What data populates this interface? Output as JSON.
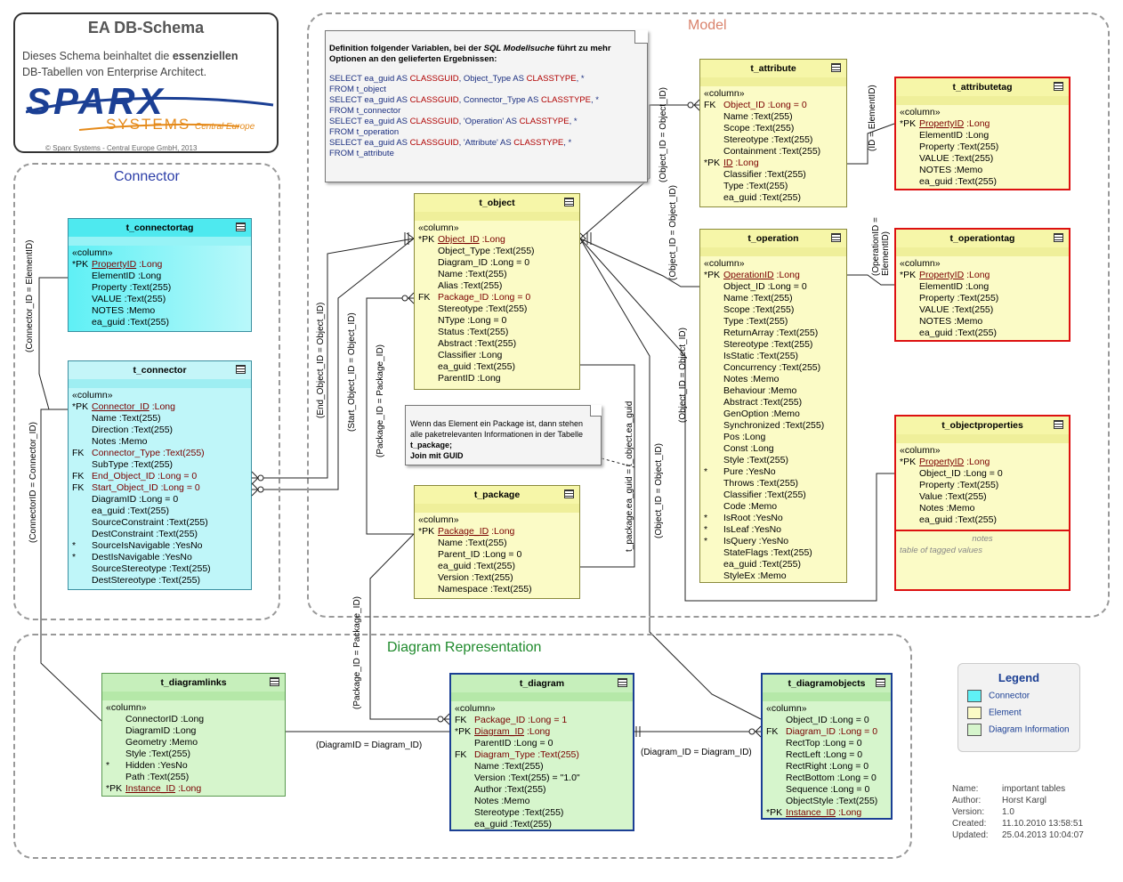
{
  "header": {
    "title": "EA DB-Schema",
    "desc_pre": "Dieses Schema beinhaltet die ",
    "desc_bold": "essenziellen",
    "desc_post": "DB-Tabellen von Enterprise Architect.",
    "logo_word": "SPARX",
    "logo_sub": "SYSTEMS",
    "logo_region": "Central Europe",
    "copyright": "© Sparx Systems - Central Europe GmbH, 2013"
  },
  "groups": {
    "model": "Model",
    "connector": "Connector",
    "diagram": "Diagram Representation"
  },
  "stereotype": "«column»",
  "tables": {
    "t_connectortag": {
      "title": "t_connectortag",
      "rows": [
        {
          "k": "*PK",
          "n": "PropertyID",
          "t": " :Long",
          "pk": true
        },
        {
          "k": "",
          "n": "ElementID",
          "t": " :Long"
        },
        {
          "k": "",
          "n": "Property",
          "t": " :Text(255)"
        },
        {
          "k": "",
          "n": "VALUE",
          "t": " :Text(255)"
        },
        {
          "k": "",
          "n": "NOTES",
          "t": " :Memo"
        },
        {
          "k": "",
          "n": "ea_guid",
          "t": " :Text(255)"
        }
      ]
    },
    "t_connector": {
      "title": "t_connector",
      "rows": [
        {
          "k": "*PK",
          "n": "Connector_ID",
          "t": " :Long",
          "pk": true
        },
        {
          "k": "",
          "n": "Name",
          "t": " :Text(255)"
        },
        {
          "k": "",
          "n": "Direction",
          "t": " :Text(255)"
        },
        {
          "k": "",
          "n": "Notes",
          "t": " :Memo"
        },
        {
          "k": "FK",
          "n": "Connector_Type",
          "t": " :Text(255)"
        },
        {
          "k": "",
          "n": "SubType",
          "t": " :Text(255)"
        },
        {
          "k": "FK",
          "n": "End_Object_ID",
          "t": " :Long = 0"
        },
        {
          "k": "FK",
          "n": "Start_Object_ID",
          "t": " :Long = 0"
        },
        {
          "k": "",
          "n": "DiagramID",
          "t": " :Long = 0"
        },
        {
          "k": "",
          "n": "ea_guid",
          "t": " :Text(255)"
        },
        {
          "k": "",
          "n": "SourceConstraint",
          "t": " :Text(255)"
        },
        {
          "k": "",
          "n": "DestConstraint",
          "t": " :Text(255)"
        },
        {
          "k": "*",
          "n": "SourceIsNavigable",
          "t": " :YesNo"
        },
        {
          "k": "*",
          "n": "DestIsNavigable",
          "t": " :YesNo"
        },
        {
          "k": "",
          "n": "SourceStereotype",
          "t": " :Text(255)"
        },
        {
          "k": "",
          "n": "DestStereotype",
          "t": " :Text(255)"
        }
      ]
    },
    "t_object": {
      "title": "t_object",
      "rows": [
        {
          "k": "*PK",
          "n": "Object_ID",
          "t": " :Long",
          "pk": true
        },
        {
          "k": "",
          "n": "Object_Type",
          "t": " :Text(255)"
        },
        {
          "k": "",
          "n": "Diagram_ID",
          "t": " :Long = 0"
        },
        {
          "k": "",
          "n": "Name",
          "t": " :Text(255)"
        },
        {
          "k": "",
          "n": "Alias",
          "t": " :Text(255)"
        },
        {
          "k": "FK",
          "n": "Package_ID",
          "t": " :Long = 0"
        },
        {
          "k": "",
          "n": "Stereotype",
          "t": " :Text(255)"
        },
        {
          "k": "",
          "n": "NType",
          "t": " :Long = 0"
        },
        {
          "k": "",
          "n": "Status",
          "t": " :Text(255)"
        },
        {
          "k": "",
          "n": "Abstract",
          "t": " :Text(255)"
        },
        {
          "k": "",
          "n": "Classifier",
          "t": " :Long"
        },
        {
          "k": "",
          "n": "ea_guid",
          "t": " :Text(255)"
        },
        {
          "k": "",
          "n": "ParentID",
          "t": " :Long"
        }
      ]
    },
    "t_package": {
      "title": "t_package",
      "rows": [
        {
          "k": "*PK",
          "n": "Package_ID",
          "t": " :Long",
          "pk": true
        },
        {
          "k": "",
          "n": "Name",
          "t": " :Text(255)"
        },
        {
          "k": "",
          "n": "Parent_ID",
          "t": " :Long = 0"
        },
        {
          "k": "",
          "n": "ea_guid",
          "t": " :Text(255)"
        },
        {
          "k": "",
          "n": "Version",
          "t": " :Text(255)"
        },
        {
          "k": "",
          "n": "Namespace",
          "t": " :Text(255)"
        }
      ]
    },
    "t_attribute": {
      "title": "t_attribute",
      "rows": [
        {
          "k": "FK",
          "n": "Object_ID",
          "t": " :Long = 0"
        },
        {
          "k": "",
          "n": "Name",
          "t": " :Text(255)"
        },
        {
          "k": "",
          "n": "Scope",
          "t": " :Text(255)"
        },
        {
          "k": "",
          "n": "Stereotype",
          "t": " :Text(255)"
        },
        {
          "k": "",
          "n": "Containment",
          "t": " :Text(255)"
        },
        {
          "k": "*PK",
          "n": "ID",
          "t": " :Long",
          "pk": true
        },
        {
          "k": "",
          "n": "Classifier",
          "t": " :Text(255)"
        },
        {
          "k": "",
          "n": "Type",
          "t": " :Text(255)"
        },
        {
          "k": "",
          "n": "ea_guid",
          "t": " :Text(255)"
        }
      ]
    },
    "t_attributetag": {
      "title": "t_attributetag",
      "rows": [
        {
          "k": "*PK",
          "n": "PropertyID",
          "t": " :Long",
          "pk": true
        },
        {
          "k": "",
          "n": "ElementID",
          "t": " :Long"
        },
        {
          "k": "",
          "n": "Property",
          "t": " :Text(255)"
        },
        {
          "k": "",
          "n": "VALUE",
          "t": " :Text(255)"
        },
        {
          "k": "",
          "n": "NOTES",
          "t": " :Memo"
        },
        {
          "k": "",
          "n": "ea_guid",
          "t": " :Text(255)"
        }
      ]
    },
    "t_operation": {
      "title": "t_operation",
      "rows": [
        {
          "k": "*PK",
          "n": "OperationID",
          "t": " :Long",
          "pk": true
        },
        {
          "k": "",
          "n": "Object_ID",
          "t": " :Long = 0"
        },
        {
          "k": "",
          "n": "Name",
          "t": " :Text(255)"
        },
        {
          "k": "",
          "n": "Scope",
          "t": " :Text(255)"
        },
        {
          "k": "",
          "n": "Type",
          "t": " :Text(255)"
        },
        {
          "k": "",
          "n": "ReturnArray",
          "t": " :Text(255)"
        },
        {
          "k": "",
          "n": "Stereotype",
          "t": " :Text(255)"
        },
        {
          "k": "",
          "n": "IsStatic",
          "t": " :Text(255)"
        },
        {
          "k": "",
          "n": "Concurrency",
          "t": " :Text(255)"
        },
        {
          "k": "",
          "n": "Notes",
          "t": " :Memo"
        },
        {
          "k": "",
          "n": "Behaviour",
          "t": " :Memo"
        },
        {
          "k": "",
          "n": "Abstract",
          "t": " :Text(255)"
        },
        {
          "k": "",
          "n": "GenOption",
          "t": " :Memo"
        },
        {
          "k": "",
          "n": "Synchronized",
          "t": " :Text(255)"
        },
        {
          "k": "",
          "n": "Pos",
          "t": " :Long"
        },
        {
          "k": "",
          "n": "Const",
          "t": " :Long"
        },
        {
          "k": "",
          "n": "Style",
          "t": " :Text(255)"
        },
        {
          "k": "*",
          "n": "Pure",
          "t": " :YesNo"
        },
        {
          "k": "",
          "n": "Throws",
          "t": " :Text(255)"
        },
        {
          "k": "",
          "n": "Classifier",
          "t": " :Text(255)"
        },
        {
          "k": "",
          "n": "Code",
          "t": " :Memo"
        },
        {
          "k": "*",
          "n": "IsRoot",
          "t": " :YesNo"
        },
        {
          "k": "*",
          "n": "IsLeaf",
          "t": " :YesNo"
        },
        {
          "k": "*",
          "n": "IsQuery",
          "t": " :YesNo"
        },
        {
          "k": "",
          "n": "StateFlags",
          "t": " :Text(255)"
        },
        {
          "k": "",
          "n": "ea_guid",
          "t": " :Text(255)"
        },
        {
          "k": "",
          "n": "StyleEx",
          "t": " :Memo"
        }
      ]
    },
    "t_operationtag": {
      "title": "t_operationtag",
      "rows": [
        {
          "k": "*PK",
          "n": "PropertyID",
          "t": " :Long",
          "pk": true
        },
        {
          "k": "",
          "n": "ElementID",
          "t": " :Long"
        },
        {
          "k": "",
          "n": "Property",
          "t": " :Text(255)"
        },
        {
          "k": "",
          "n": "VALUE",
          "t": " :Text(255)"
        },
        {
          "k": "",
          "n": "NOTES",
          "t": " :Memo"
        },
        {
          "k": "",
          "n": "ea_guid",
          "t": " :Text(255)"
        }
      ]
    },
    "t_objectproperties": {
      "title": "t_objectproperties",
      "rows": [
        {
          "k": "*PK",
          "n": "PropertyID",
          "t": " :Long",
          "pk": true
        },
        {
          "k": "",
          "n": "Object_ID",
          "t": " :Long = 0"
        },
        {
          "k": "",
          "n": "Property",
          "t": " :Text(255)"
        },
        {
          "k": "",
          "n": "Value",
          "t": " :Text(255)"
        },
        {
          "k": "",
          "n": "Notes",
          "t": " :Memo"
        },
        {
          "k": "",
          "n": "ea_guid",
          "t": " :Text(255)"
        }
      ],
      "notes_label": "notes",
      "notes_text": "table of tagged values"
    },
    "t_diagramlinks": {
      "title": "t_diagramlinks",
      "rows": [
        {
          "k": "",
          "n": "ConnectorID",
          "t": " :Long"
        },
        {
          "k": "",
          "n": "DiagramID",
          "t": " :Long"
        },
        {
          "k": "",
          "n": "Geometry",
          "t": " :Memo"
        },
        {
          "k": "",
          "n": "Style",
          "t": " :Text(255)"
        },
        {
          "k": "*",
          "n": "Hidden",
          "t": " :YesNo"
        },
        {
          "k": "",
          "n": "Path",
          "t": " :Text(255)"
        },
        {
          "k": "*PK",
          "n": "Instance_ID",
          "t": " :Long",
          "pk": true
        }
      ]
    },
    "t_diagram": {
      "title": "t_diagram",
      "rows": [
        {
          "k": "FK",
          "n": "Package_ID",
          "t": " :Long = 1"
        },
        {
          "k": "*PK",
          "n": "Diagram_ID",
          "t": " :Long",
          "pk": true
        },
        {
          "k": "",
          "n": "ParentID",
          "t": " :Long = 0"
        },
        {
          "k": "FK",
          "n": "Diagram_Type",
          "t": " :Text(255)"
        },
        {
          "k": "",
          "n": "Name",
          "t": " :Text(255)"
        },
        {
          "k": "",
          "n": "Version",
          "t": " :Text(255) = \"1.0\""
        },
        {
          "k": "",
          "n": "Author",
          "t": " :Text(255)"
        },
        {
          "k": "",
          "n": "Notes",
          "t": " :Memo"
        },
        {
          "k": "",
          "n": "Stereotype",
          "t": " :Text(255)"
        },
        {
          "k": "",
          "n": "ea_guid",
          "t": " :Text(255)"
        }
      ]
    },
    "t_diagramobjects": {
      "title": "t_diagramobjects",
      "rows": [
        {
          "k": "",
          "n": "Object_ID",
          "t": " :Long = 0"
        },
        {
          "k": "FK",
          "n": "Diagram_ID",
          "t": " :Long = 0"
        },
        {
          "k": "",
          "n": "RectTop",
          "t": " :Long = 0"
        },
        {
          "k": "",
          "n": "RectLeft",
          "t": " :Long = 0"
        },
        {
          "k": "",
          "n": "RectRight",
          "t": " :Long = 0"
        },
        {
          "k": "",
          "n": "RectBottom",
          "t": " :Long = 0"
        },
        {
          "k": "",
          "n": "Sequence",
          "t": " :Long = 0"
        },
        {
          "k": "",
          "n": "ObjectStyle",
          "t": " :Text(255)"
        },
        {
          "k": "*PK",
          "n": "Instance_ID",
          "t": " :Long",
          "pk": true
        }
      ]
    }
  },
  "sql_note": {
    "heading_pre": "Definition folgender Variablen, bei der ",
    "heading_em": "SQL Modellsuche",
    "heading_post": " führt zu mehr Optionen an den gelieferten Ergebnissen:",
    "lines": [
      {
        "a": "SELECT ea_guid AS ",
        "b": "CLASSGUID",
        ", ": "",
        "c": ", Object_Type AS ",
        "d": "CLASSTYPE",
        "e": ", *"
      },
      {
        "a": "FROM t_object"
      },
      {
        "a": "SELECT ea_guid AS ",
        "b": "CLASSGUID",
        "c": ", Connector_Type AS ",
        "d": "CLASSTYPE",
        "e": ", *"
      },
      {
        "a": "FROM t_connector"
      },
      {
        "a": "SELECT ea_guid AS ",
        "b": "CLASSGUID",
        "c": ", 'Operation' AS ",
        "d": "CLASSTYPE",
        "e": ", *"
      },
      {
        "a": "FROM t_operation"
      },
      {
        "a": "SELECT ea_guid AS ",
        "b": "CLASSGUID",
        "c": ", 'Attribute' AS ",
        "d": "CLASSTYPE",
        "e": ", *"
      },
      {
        "a": "FROM t_attribute"
      }
    ]
  },
  "pkg_note": {
    "text": "Wenn das Element ein Package ist, dann stehen alle paketrelevanten Informationen in der Tabelle ",
    "bold1": "t_package;",
    "bold2": "Join mit GUID"
  },
  "relations": {
    "connector_id_elementid": "(Connector_ID = ElementID)",
    "connectorid_connector_id": "(ConnectorID = Connector_ID)",
    "end_object": "(End_Object_ID = Object_ID)",
    "start_object": "(Start_Object_ID = Object_ID)",
    "package_id_1": "(Package_ID = Package_ID)",
    "package_id_2": "(Package_ID = Package_ID)",
    "object_id_attr": "(Object_ID = Object_ID)",
    "object_id_oper": "(Object_ID = Object_ID)",
    "object_id_props": "(Object_ID = Object_ID)",
    "object_id_diag": "(Object_ID = Object_ID)",
    "guid": "t_package.ea_guid = t_object.ea_guid",
    "id_elementid": "(ID = ElementID)",
    "operationid_elementid": "(OperationID = ElementID)",
    "diagramid": "(DiagramID = Diagram_ID)",
    "diagram_id": "(Diagram_ID = Diagram_ID)"
  },
  "legend": {
    "title": "Legend",
    "items": [
      {
        "label": "Connector",
        "color": "#5ff0f5"
      },
      {
        "label": "Element",
        "color": "#fbfbc6"
      },
      {
        "label": "Diagram Information",
        "color": "#d6f5cc"
      }
    ]
  },
  "info": [
    {
      "k": "Name:",
      "v": "important tables"
    },
    {
      "k": "Author:",
      "v": "Horst Kargl"
    },
    {
      "k": "Version:",
      "v": "1.0"
    },
    {
      "k": "Created:",
      "v": "11.10.2010 13:58:51"
    },
    {
      "k": "Updated:",
      "v": "25.04.2013 10:04:07"
    }
  ]
}
